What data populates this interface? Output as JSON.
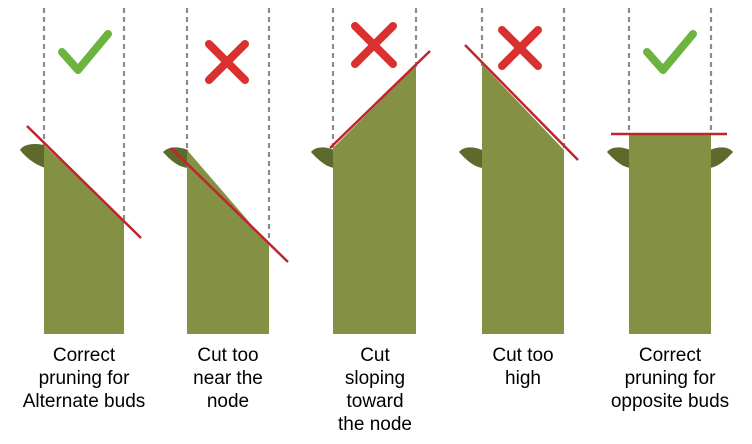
{
  "colors": {
    "stem": "#849144",
    "bud": "#5d6a2c",
    "guide": "#8c8c8c",
    "cut": "#c0252e",
    "check": "#6db33f",
    "cross": "#d9312f"
  },
  "panels": [
    {
      "mark": "check-icon",
      "caption": "Correct\npruning for\nAlternate buds"
    },
    {
      "mark": "cross-icon",
      "caption": "Cut too\nnear the\nnode"
    },
    {
      "mark": "cross-icon",
      "caption": "Cut\nsloping\ntoward\nthe node"
    },
    {
      "mark": "cross-icon",
      "caption": "Cut too\nhigh"
    },
    {
      "mark": "check-icon",
      "caption": "Correct\npruning for\nopposite buds"
    }
  ]
}
